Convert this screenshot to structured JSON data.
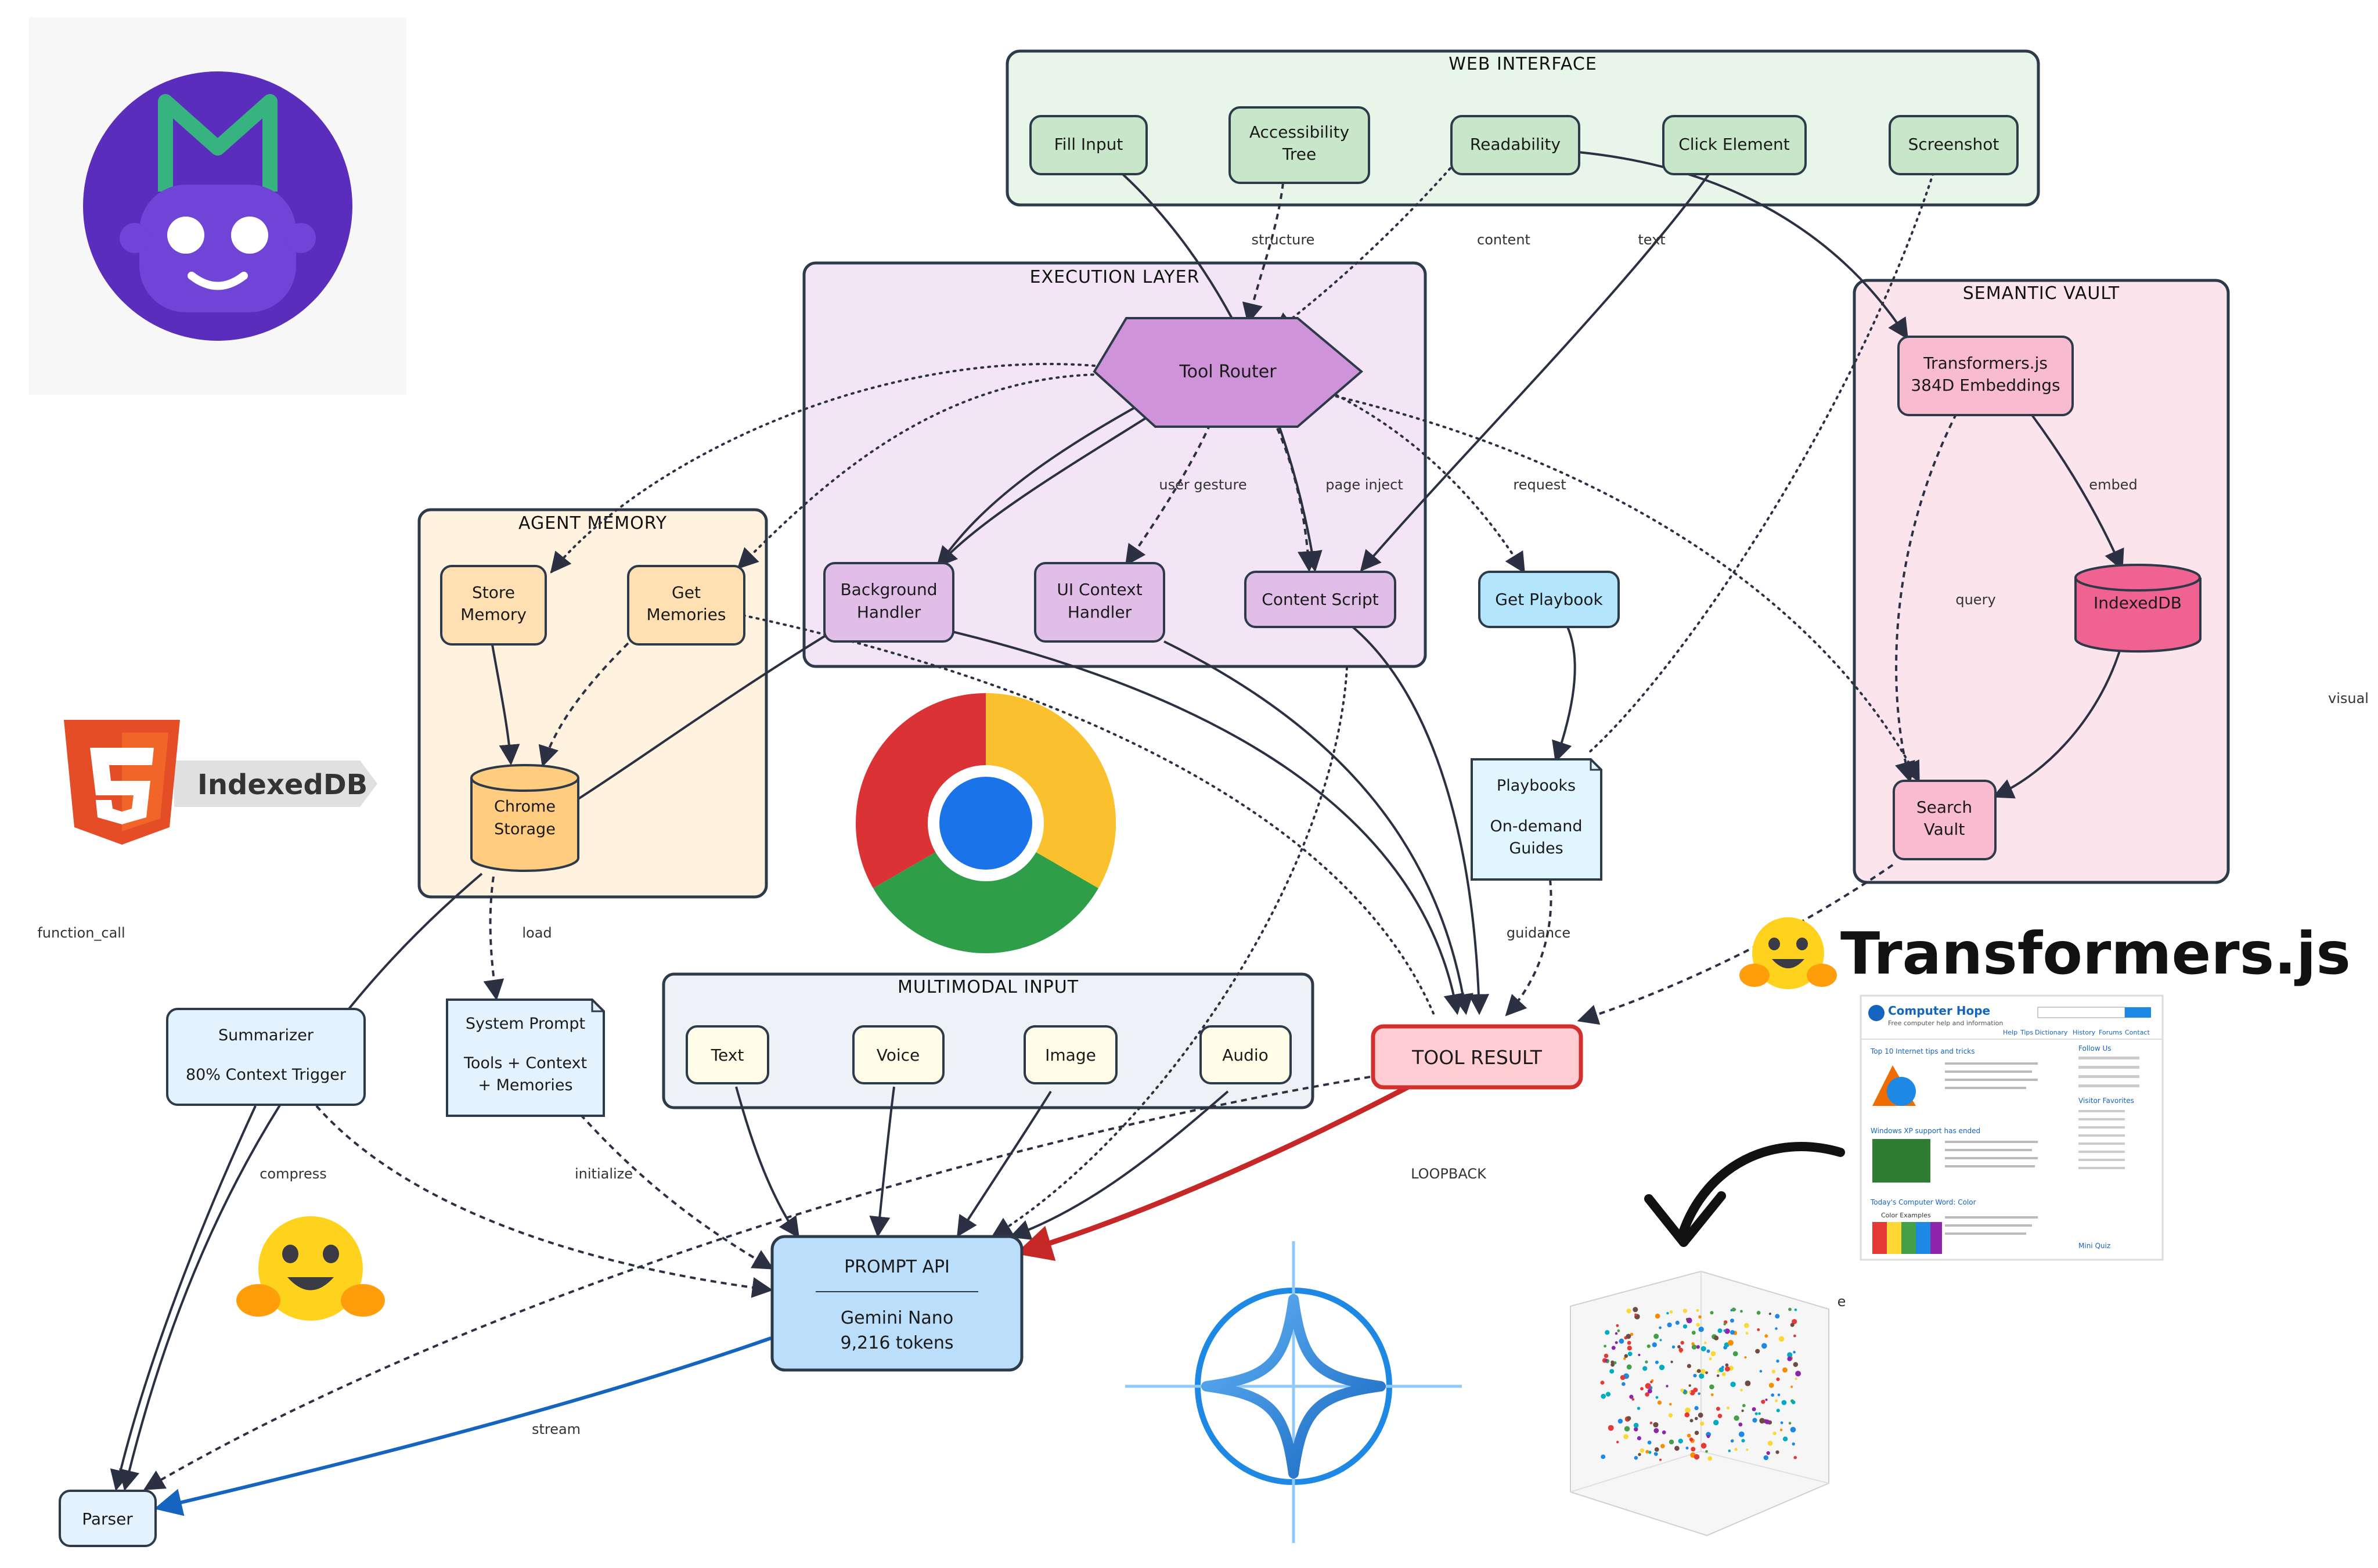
{
  "groups": {
    "web_interface": "WEB INTERFACE",
    "execution_layer": "EXECUTION LAYER",
    "semantic_vault": "SEMANTIC VAULT",
    "agent_memory": "AGENT MEMORY",
    "multimodal_input": "MULTIMODAL INPUT"
  },
  "nodes": {
    "fill_input": "Fill Input",
    "accessibility_tree": [
      "Accessibility",
      "Tree"
    ],
    "readability": "Readability",
    "click_element": "Click Element",
    "screenshot": "Screenshot",
    "tool_router": "Tool Router",
    "background_handler": [
      "Background",
      "Handler"
    ],
    "ui_context_handler": [
      "UI Context",
      "Handler"
    ],
    "content_script": "Content Script",
    "get_playbook": "Get Playbook",
    "transformers_embeddings": [
      "Transformers.js",
      "384D Embeddings"
    ],
    "indexeddb_node": "IndexedDB",
    "search_vault": [
      "Search",
      "Vault"
    ],
    "store_memory": [
      "Store",
      "Memory"
    ],
    "get_memories": [
      "Get",
      "Memories"
    ],
    "chrome_storage": [
      "Chrome",
      "Storage"
    ],
    "playbooks": [
      "Playbooks",
      "",
      "On-demand",
      "Guides"
    ],
    "summarizer": [
      "Summarizer",
      "",
      "80% Context Trigger"
    ],
    "system_prompt": [
      "System Prompt",
      "",
      "Tools + Context",
      "+ Memories"
    ],
    "text": "Text",
    "voice": "Voice",
    "image": "Image",
    "audio": "Audio",
    "tool_result": "TOOL RESULT",
    "prompt_api": [
      "PROMPT API",
      "Gemini Nano",
      "9,216 tokens"
    ],
    "parser": "Parser"
  },
  "edge_labels": {
    "structure": "structure",
    "content": "content",
    "text": "text",
    "user_gesture": "user gesture",
    "page_inject": "page inject",
    "request": "request",
    "embed": "embed",
    "query": "query",
    "visual": "visual",
    "load": "load",
    "guidance": "guidance",
    "function_call": "function_call",
    "compress": "compress",
    "initialize": "initialize",
    "loopback": "LOOPBACK",
    "stream": "stream",
    "e": "e"
  },
  "logos": {
    "html5_badge": "IndexedDB",
    "transformers_brand": "Transformers.js"
  },
  "screenshot_card": {
    "site_name": "Computer Hope",
    "tagline": "Free computer help and information",
    "nav_items": [
      "Help",
      "Tips",
      "Dictionary",
      "History",
      "Forums",
      "Contact"
    ],
    "section_1": "Top 10 Internet tips and tricks",
    "section_2": "Windows XP support has ended",
    "section_3": "Today's Computer Word: Color",
    "sidebar_title": "Follow Us",
    "sidebar_title_2": "Visitor Favorites",
    "sidebar_title_3": "Mini Quiz",
    "swatch_caption": "Color Examples"
  },
  "colors": {
    "web_bg": "#e8f5e9",
    "exec_bg": "#f3e5f5",
    "vault_bg": "#fce4ec",
    "memory_bg": "#fff3e0",
    "multimodal_bg": "#eef2f7",
    "result_stroke": "#d32f2f",
    "prompt_fill": "#bbdefb",
    "loopback_arrow": "#c62828",
    "stream_arrow": "#1565c0"
  }
}
